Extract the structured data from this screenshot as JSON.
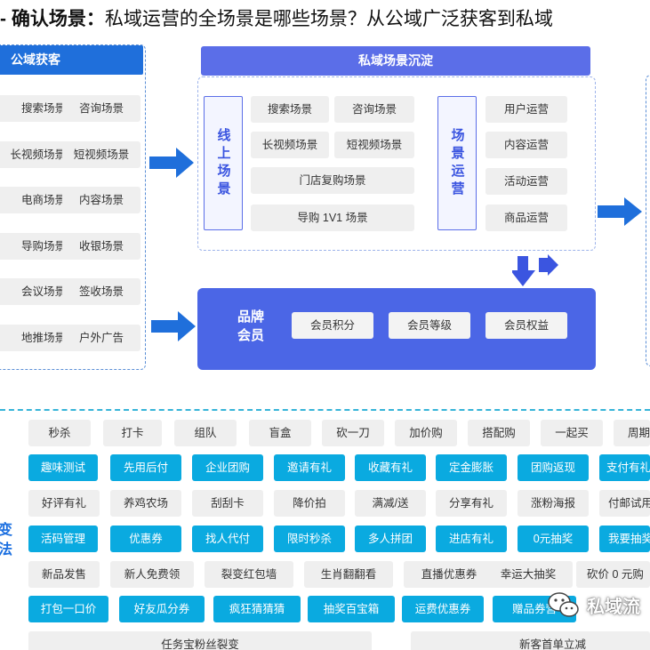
{
  "title": {
    "prefix": "- 确认场景：",
    "text": "私域运营的全场景是哪些场景？从公域广泛获客到私域"
  },
  "left": {
    "header": "公域获客",
    "cells": [
      [
        "搜索场景",
        "咨询场景"
      ],
      [
        "长视频场景",
        "短视频场景"
      ],
      [
        "电商场景",
        "内容场景"
      ],
      [
        "导购场景",
        "收银场景"
      ],
      [
        "会议场景",
        "签收场景"
      ],
      [
        "地推场景",
        "户外广告"
      ]
    ]
  },
  "middle": {
    "header": "私域场景沉淀",
    "online_label": "线上场景",
    "online_cells": [
      "搜索场景",
      "咨询场景",
      "长视频场景",
      "短视频场景"
    ],
    "store_cell": "门店复购场景",
    "guide_cell": "导购 1V1 场景",
    "ops_label": "场景运营",
    "ops_cells": [
      "用户运营",
      "内容运营",
      "活动运营",
      "商品运营"
    ]
  },
  "member": {
    "label": "品牌会员",
    "cells": [
      "会员积分",
      "会员等级",
      "会员权益"
    ]
  },
  "bottom": {
    "side_chars": [
      "变",
      "法"
    ],
    "rows": [
      {
        "style": "grey",
        "items": [
          "秒杀",
          "打卡",
          "组队",
          "盲盒",
          "砍一刀",
          "加价购",
          "搭配购",
          "一起买",
          "周期"
        ]
      },
      {
        "style": "blue",
        "items": [
          "趣味测试",
          "先用后付",
          "企业团购",
          "邀请有礼",
          "收藏有礼",
          "定金膨胀",
          "团购返现",
          "支付有礼"
        ]
      },
      {
        "style": "grey",
        "items": [
          "好评有礼",
          "养鸡农场",
          "刮刮卡",
          "降价拍",
          "满减/送",
          "分享有礼",
          "涨粉海报",
          "付邮试用"
        ]
      },
      {
        "style": "blue",
        "items": [
          "活码管理",
          "优惠券",
          "找人代付",
          "限时秒杀",
          "多人拼团",
          "进店有礼",
          "0元抽奖",
          "我要抽奖"
        ]
      },
      {
        "style": "grey",
        "items": [
          "新品发售",
          "新人免费领",
          "裂变红包墙",
          "生肖翻翻看",
          "直播优惠券",
          "幸运大抽奖",
          "砍价 0 元购"
        ]
      },
      {
        "style": "blue",
        "items": [
          "打包一口价",
          "好友瓜分券",
          "疯狂猜猜猜",
          "抽奖百宝箱",
          "运费优惠券",
          "赠品券营"
        ]
      },
      {
        "style": "grey",
        "items": [
          "任务宝粉丝裂变",
          "新客首单立减"
        ]
      }
    ]
  },
  "watermark": {
    "text": "私域流",
    "icon": "wechat-icon"
  },
  "colors": {
    "primary_blue": "#1f6fdb",
    "indigo": "#5b6ee8",
    "member_blue": "#4b66e6",
    "cyan": "#0aaae0",
    "grey_cell": "#efefef"
  }
}
